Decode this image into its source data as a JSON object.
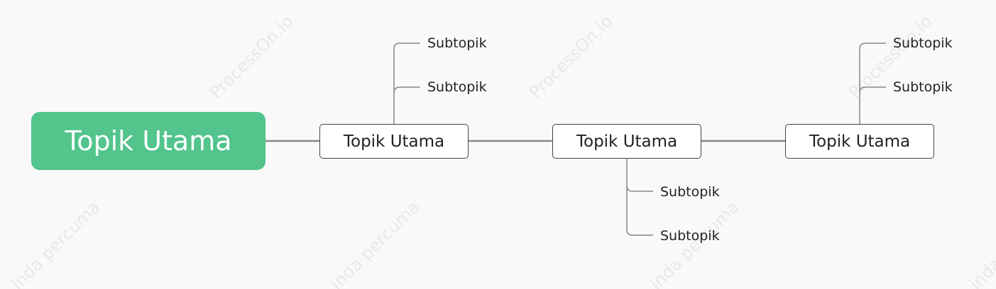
{
  "root": {
    "label": "Topik Utama"
  },
  "topics": [
    {
      "label": "Topik Utama",
      "subtopics": [
        "Subtopik",
        "Subtopik"
      ]
    },
    {
      "label": "Topik Utama",
      "subtopics": [
        "Subtopik",
        "Subtopik"
      ]
    },
    {
      "label": "Topik Utama",
      "subtopics": [
        "Subtopik",
        "Subtopik"
      ]
    }
  ],
  "watermark": {
    "top_text": "ProcessOn.io",
    "bottom_text": "inda percuma"
  },
  "colors": {
    "root_fill": "#52c48c",
    "connector": "#888888",
    "topic_border": "#444444"
  }
}
